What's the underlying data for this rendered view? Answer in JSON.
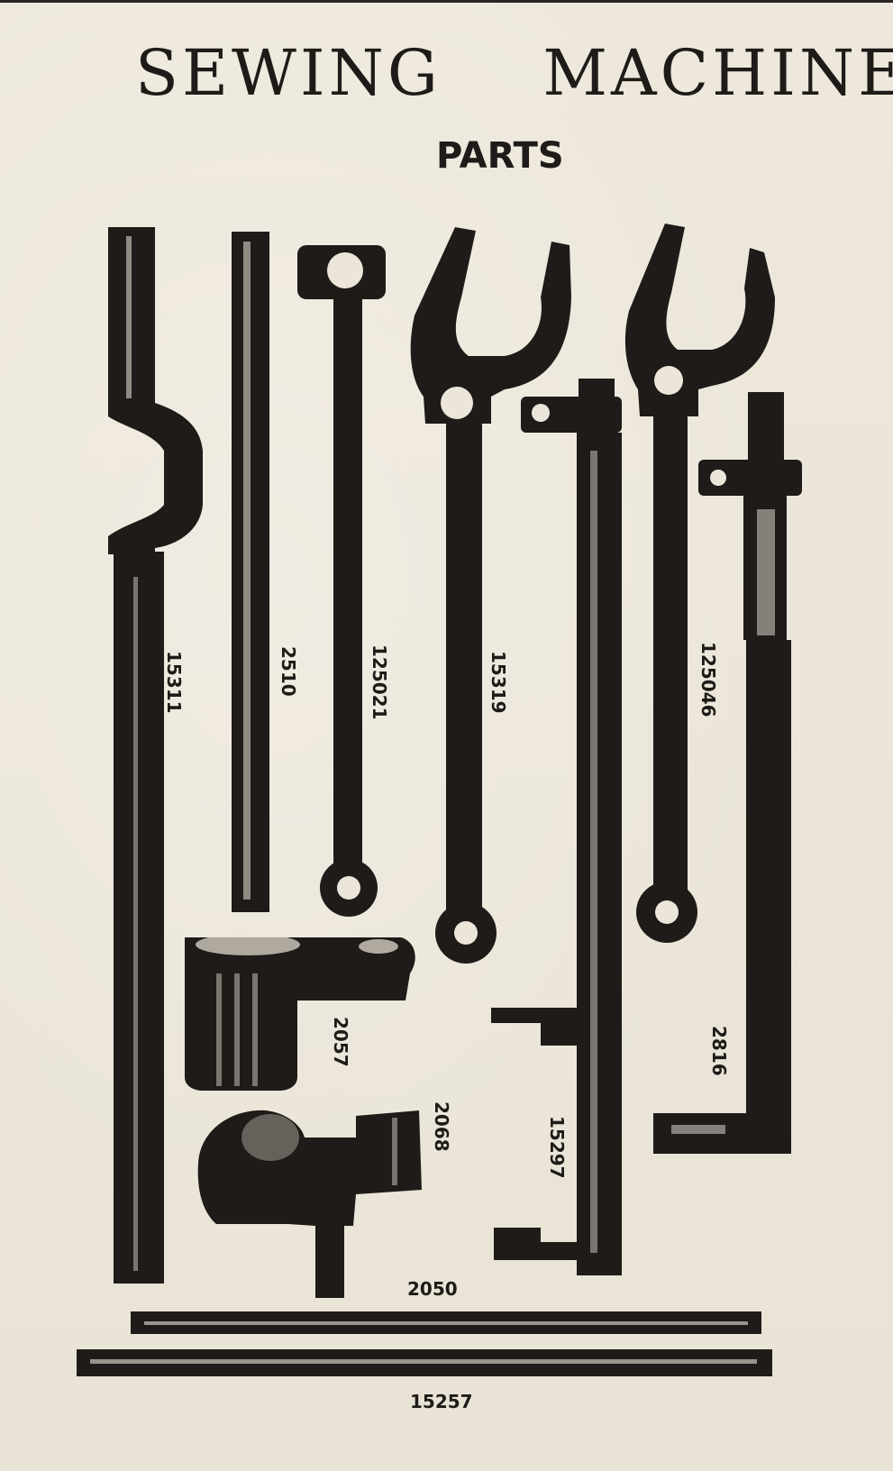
{
  "page": {
    "title_word_1": "SEWING",
    "title_word_2": "MACHINE",
    "subtitle": "PARTS"
  },
  "parts": [
    {
      "id": "p15311",
      "label": "15311"
    },
    {
      "id": "p2510",
      "label": "2510"
    },
    {
      "id": "p125021",
      "label": "125021"
    },
    {
      "id": "p15319",
      "label": "15319"
    },
    {
      "id": "p125046",
      "label": "125046"
    },
    {
      "id": "p2057",
      "label": "2057"
    },
    {
      "id": "p2068",
      "label": "2068"
    },
    {
      "id": "p15297",
      "label": "15297"
    },
    {
      "id": "p2816",
      "label": "2816"
    },
    {
      "id": "p2050",
      "label": "2050"
    },
    {
      "id": "p15257",
      "label": "15257"
    }
  ],
  "colors": {
    "ink": "#1e1b18",
    "paper": "#ece6da"
  }
}
